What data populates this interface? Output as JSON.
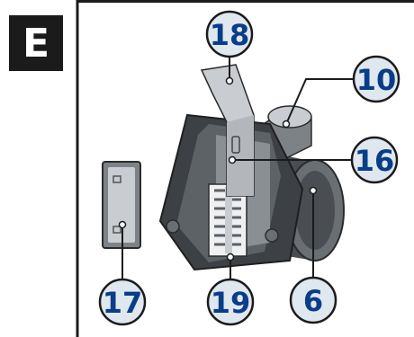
{
  "panel": {
    "letter": "E"
  },
  "callouts": [
    {
      "id": "18",
      "label": "18"
    },
    {
      "id": "10",
      "label": "10"
    },
    {
      "id": "16",
      "label": "16"
    },
    {
      "id": "6",
      "label": "6"
    },
    {
      "id": "17",
      "label": "17"
    },
    {
      "id": "19",
      "label": "19"
    }
  ],
  "colors": {
    "frame": "#1b1b1b",
    "callout_fill": "#dfe7ef",
    "callout_text": "#0a3d88",
    "callout_border": "#1b1b1b",
    "dark_part": "#4a4e52",
    "mid_part": "#7d8287",
    "light_part": "#c9ccd0",
    "leader": "#1b1b1b"
  }
}
